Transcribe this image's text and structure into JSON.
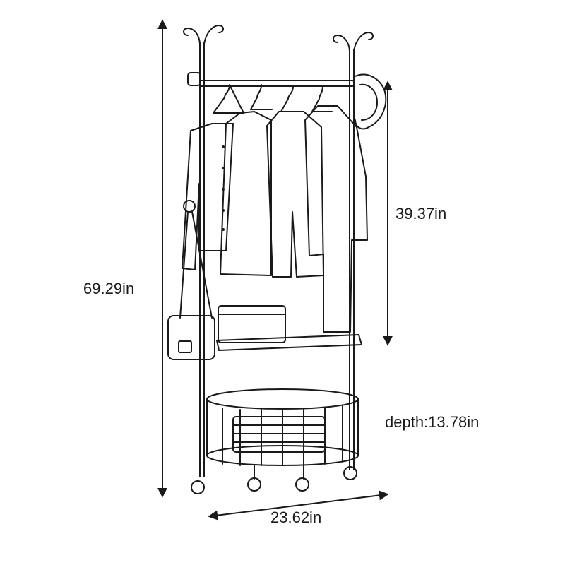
{
  "dimensions": {
    "total_height": "69.29in",
    "hanging_height": "39.37in",
    "depth": "depth:13.78in",
    "width": "23.62in"
  },
  "colors": {
    "line": "#1a1a1a",
    "background": "#ffffff"
  }
}
